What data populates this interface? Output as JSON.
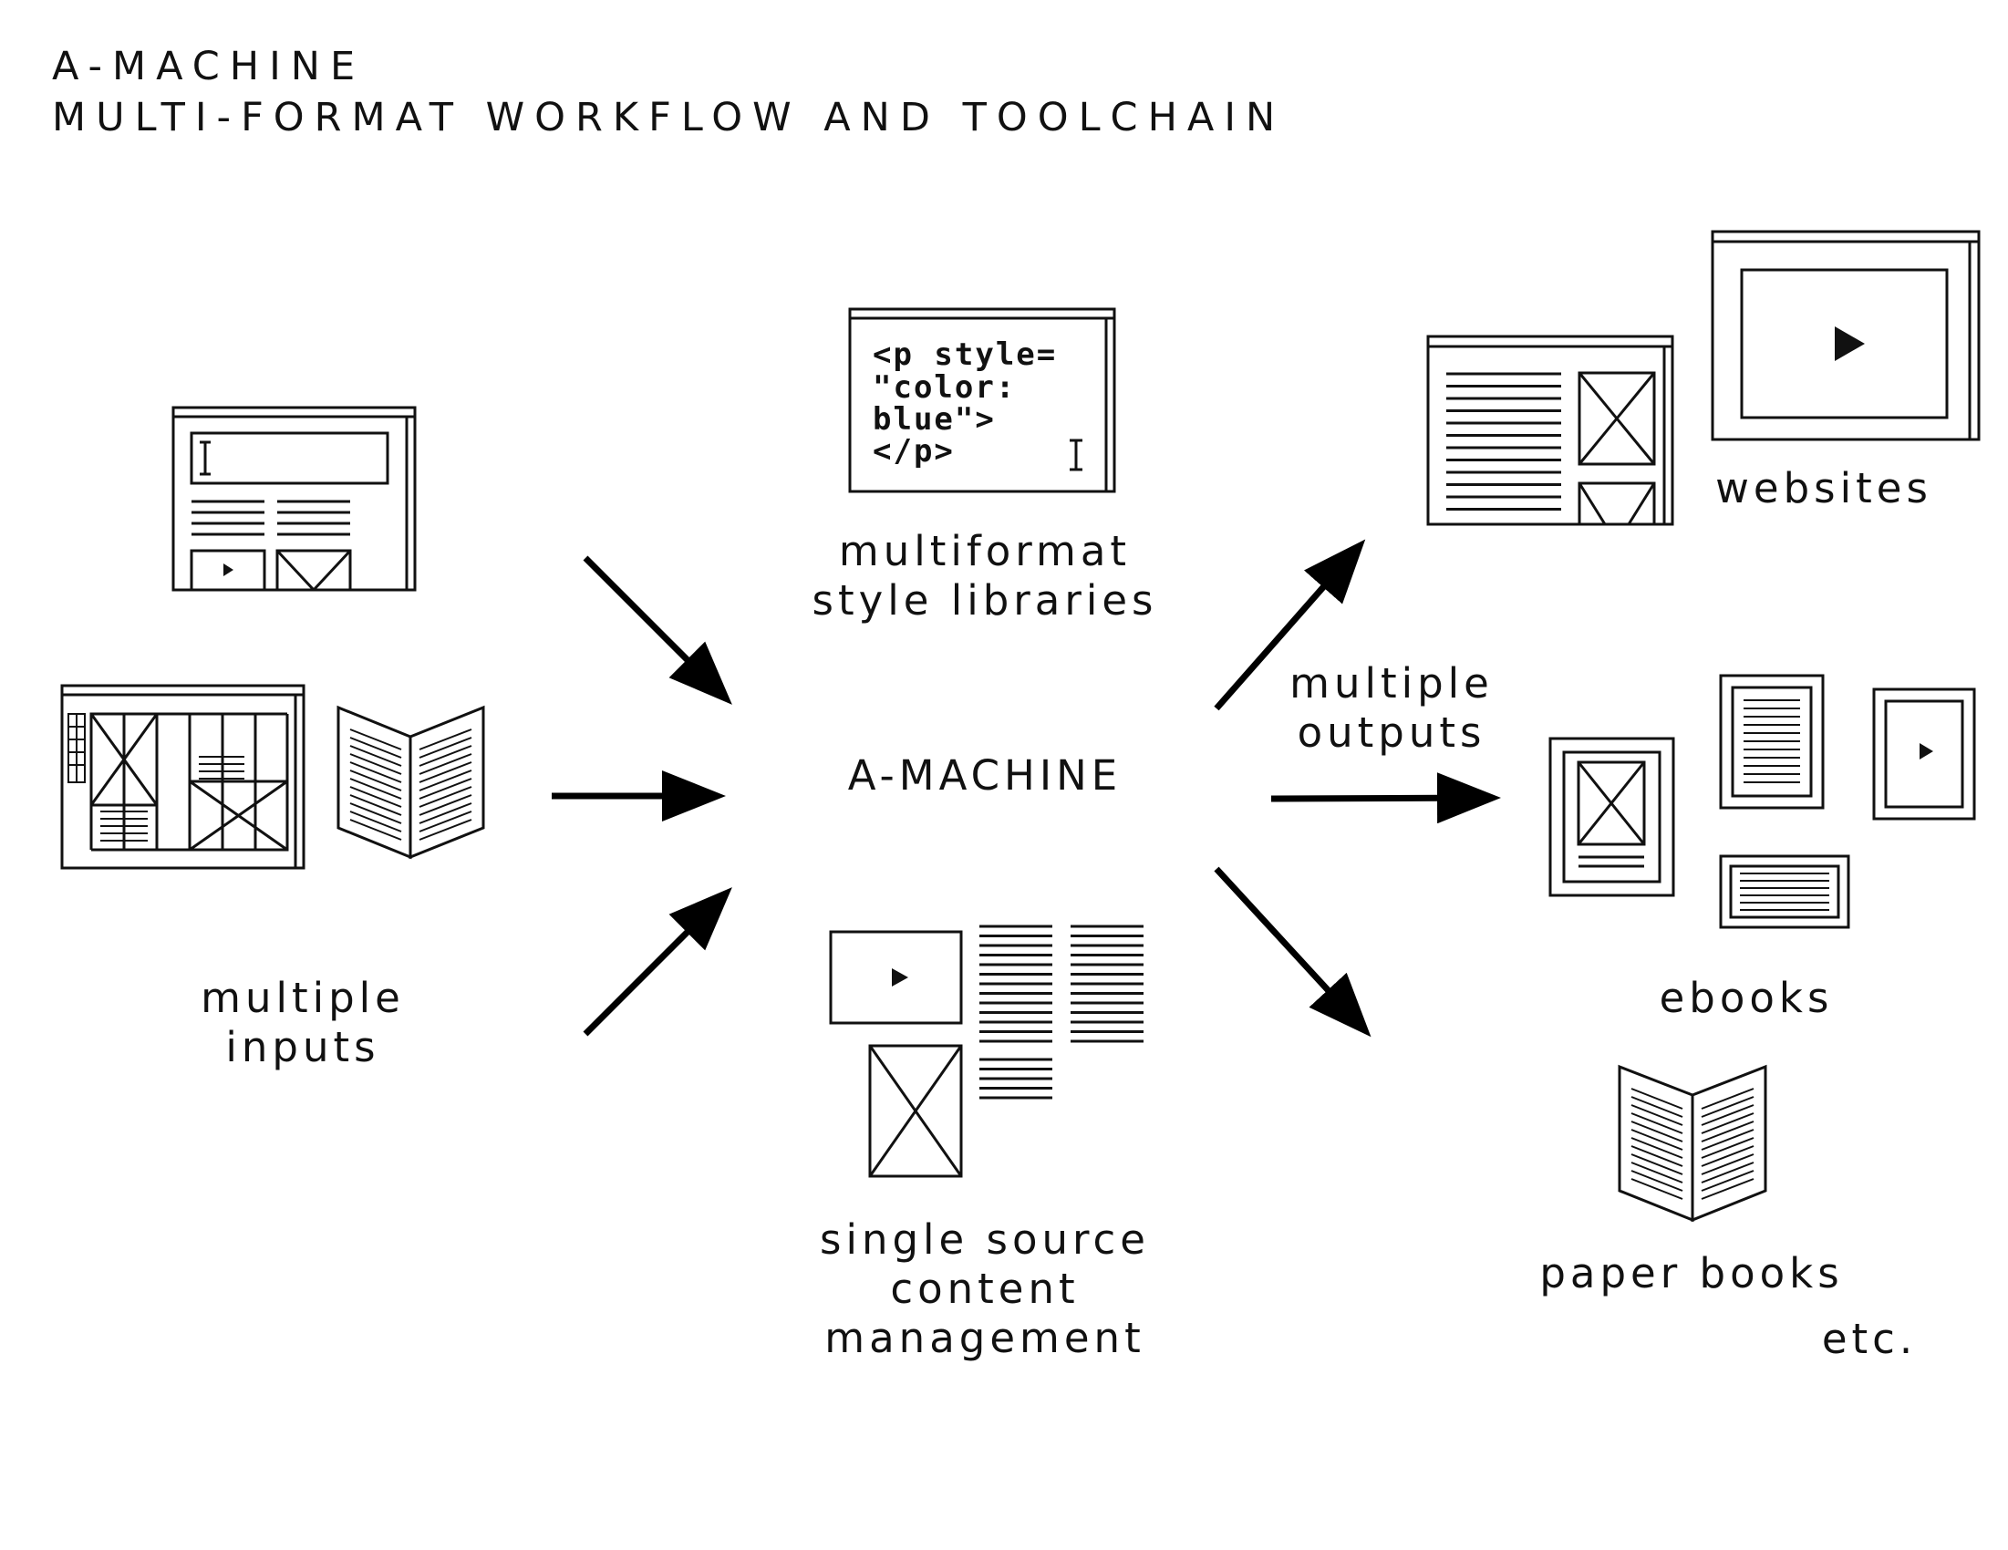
{
  "title": {
    "line1": "A-MACHINE",
    "line2": "MULTI-FORMAT WORKFLOW AND TOOLCHAIN"
  },
  "nodes": {
    "inputs": {
      "line1": "multiple",
      "line2": "inputs"
    },
    "style_libraries": {
      "line1": "multiformat",
      "line2": "style libraries",
      "code": [
        "<p style=",
        "\"color:",
        "blue\">",
        "</p>"
      ]
    },
    "center": {
      "label": "A-MACHINE"
    },
    "content": {
      "line1": "single source",
      "line2": "content",
      "line3": "management"
    },
    "outputs": {
      "line1": "multiple",
      "line2": "outputs"
    },
    "websites": {
      "label": "websites"
    },
    "ebooks": {
      "label": "ebooks"
    },
    "paper_books": {
      "label": "paper books"
    },
    "etc": {
      "label": "etc."
    }
  },
  "edges": [
    {
      "from": "inputs",
      "to": "center"
    },
    {
      "from": "inputs",
      "to": "center"
    },
    {
      "from": "inputs",
      "to": "center"
    },
    {
      "from": "center",
      "to": "websites"
    },
    {
      "from": "center",
      "to": "ebooks"
    },
    {
      "from": "center",
      "to": "paper_books"
    }
  ],
  "icons": {
    "form_window": "form-window-icon",
    "layout_window": "layout-grid-window-icon",
    "open_book": "open-book-icon",
    "code_window": "code-editor-window-icon",
    "video_block": "video-block-icon",
    "text_columns": "text-columns-icon",
    "image_placeholder": "image-placeholder-icon",
    "website_window": "website-window-icon",
    "video_window": "video-window-icon",
    "ebook_devices": "ebook-devices-icon",
    "paper_book": "paper-book-icon"
  },
  "colors": {
    "ink": "#111111",
    "background": "#ffffff"
  }
}
